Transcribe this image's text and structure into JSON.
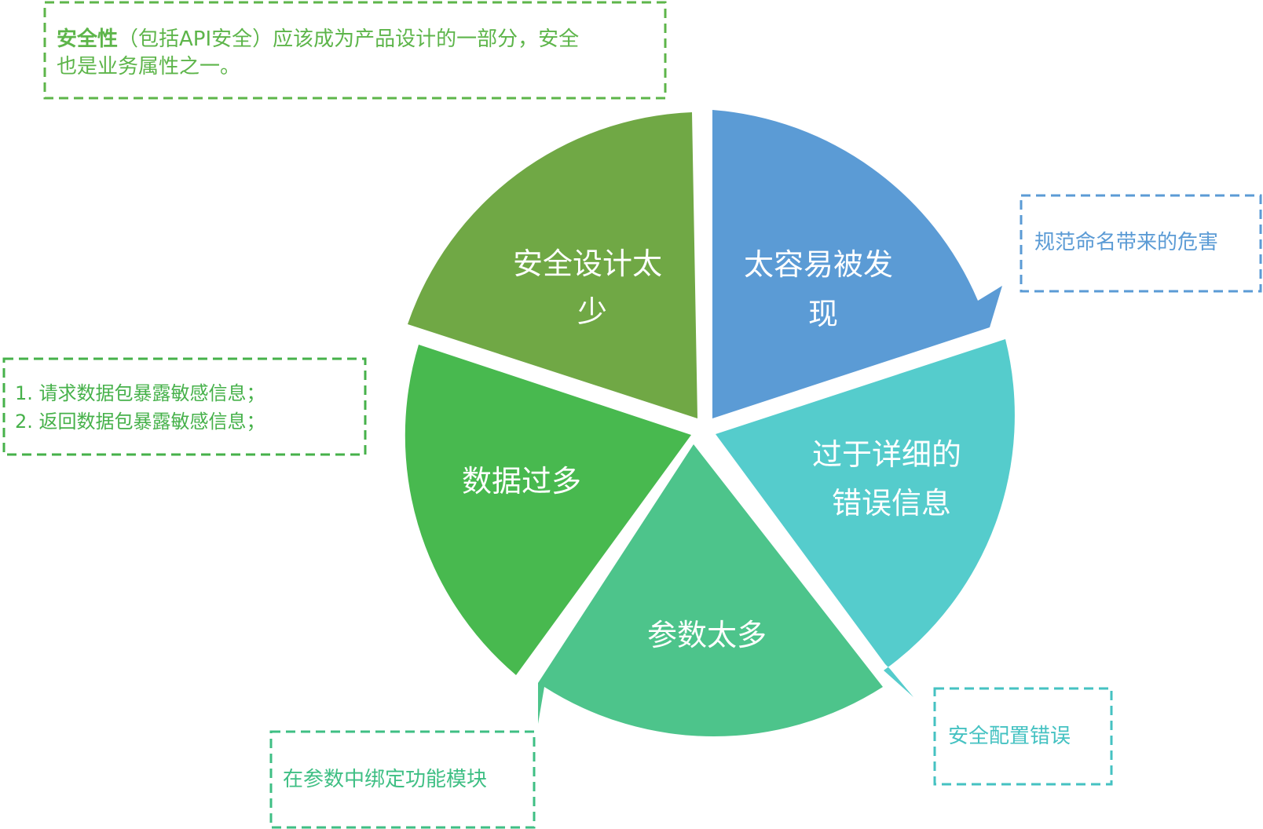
{
  "segments": [
    {
      "id": "discover",
      "label_lines": [
        "太容易被发",
        "现"
      ],
      "color": "#5b9bd5"
    },
    {
      "id": "detail",
      "label_lines": [
        "过于详细的",
        "错误信息"
      ],
      "color": "#55cccc"
    },
    {
      "id": "params",
      "label_lines": [
        "参数太多"
      ],
      "color": "#4dc48b"
    },
    {
      "id": "data",
      "label_lines": [
        "数据过多"
      ],
      "color": "#48b94f"
    },
    {
      "id": "design",
      "label_lines": [
        "安全设计太",
        "少"
      ],
      "color": "#70a845"
    }
  ],
  "notes": {
    "design": {
      "lines": [
        [
          "安全性",
          "（包括API安全）应该成为产品设计的一部分，安全"
        ],
        [
          "也是业务属性之一。"
        ]
      ],
      "color": "#5db54a"
    },
    "discover": {
      "lines": [
        [
          "规范命名带来的危害"
        ]
      ],
      "color": "#5b9bd5"
    },
    "detail": {
      "lines": [
        [
          "安全配置错误"
        ]
      ],
      "color": "#45c2c2"
    },
    "params": {
      "lines": [
        [
          "在参数中绑定功能模块"
        ]
      ],
      "color": "#3fbf84"
    },
    "data": {
      "lines": [
        [
          "1. 请求数据包暴露敏感信息；"
        ],
        [
          "2. 返回数据包暴露敏感信息；"
        ]
      ],
      "color": "#46b14a"
    }
  }
}
